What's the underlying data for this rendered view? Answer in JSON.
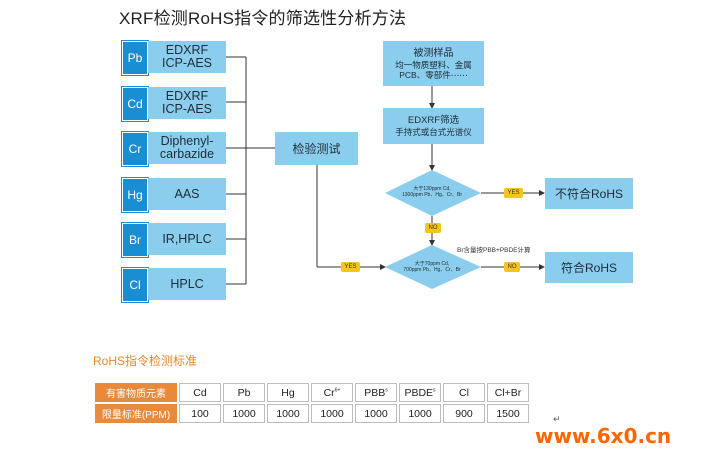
{
  "title": "XRF检测RoHS指令的筛选性分析方法",
  "elements": [
    {
      "symbol": "Pb",
      "method": "EDXRF\nICP-AES"
    },
    {
      "symbol": "Cd",
      "method": "EDXRF\nICP-AES"
    },
    {
      "symbol": "Cr",
      "method": "Diphenyl-\ncarbazide"
    },
    {
      "symbol": "Hg",
      "method": "AAS"
    },
    {
      "symbol": "Br",
      "method": "IR,HPLC"
    },
    {
      "symbol": "Cl",
      "method": "HPLC"
    }
  ],
  "test_box": "检验测试",
  "sample_box": {
    "line1": "被测样品",
    "line2": "均一物质塑料、金属",
    "line3": "PCB、零部件⋯⋯"
  },
  "screen_box": {
    "line1": "EDXRF筛选",
    "line2": "手持式或台式光谱仪"
  },
  "diamond1": {
    "line1": "大于130ppm Cd,",
    "line2": "1300ppm Pb、Hg、Cr、Br"
  },
  "diamond2": {
    "line1": "大于70ppm Cd,",
    "line2": "700ppm Pb、Hg、Cr、Br"
  },
  "tags": {
    "yes1": "YES",
    "no1": "NO",
    "yes2": "YES",
    "no2": "NO"
  },
  "note": "Br含量按PBB+PBDE计算",
  "fail_box": "不符合RoHS",
  "pass_box": "符合RoHS",
  "standard": {
    "title": "RoHS指令检测标准",
    "row1_header": "有害物质元素",
    "row2_header": "限量标准(PPM)",
    "substances": [
      "Cd",
      "Pb",
      "Hg",
      "Cr",
      "PBB",
      "PBDE",
      "Cl",
      "Cl+Br"
    ],
    "substance_marks": [
      "",
      "",
      "",
      "6+",
      "s",
      "s",
      "",
      ""
    ],
    "limits": [
      "100",
      "1000",
      "1000",
      "1000",
      "1000",
      "1000",
      "900",
      "1500"
    ]
  },
  "pilcrow": "↵",
  "watermark": "www.6x0.cn"
}
